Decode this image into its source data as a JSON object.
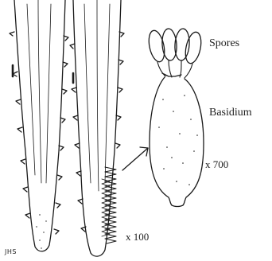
{
  "labels": {
    "spores": "Spores",
    "basidium": "Basidium",
    "mag_basidium": "x 700",
    "mag_spines": "x 100"
  },
  "signature": "JHS",
  "colors": {
    "ink": "#1a1a1a",
    "paper": "#ffffff"
  }
}
